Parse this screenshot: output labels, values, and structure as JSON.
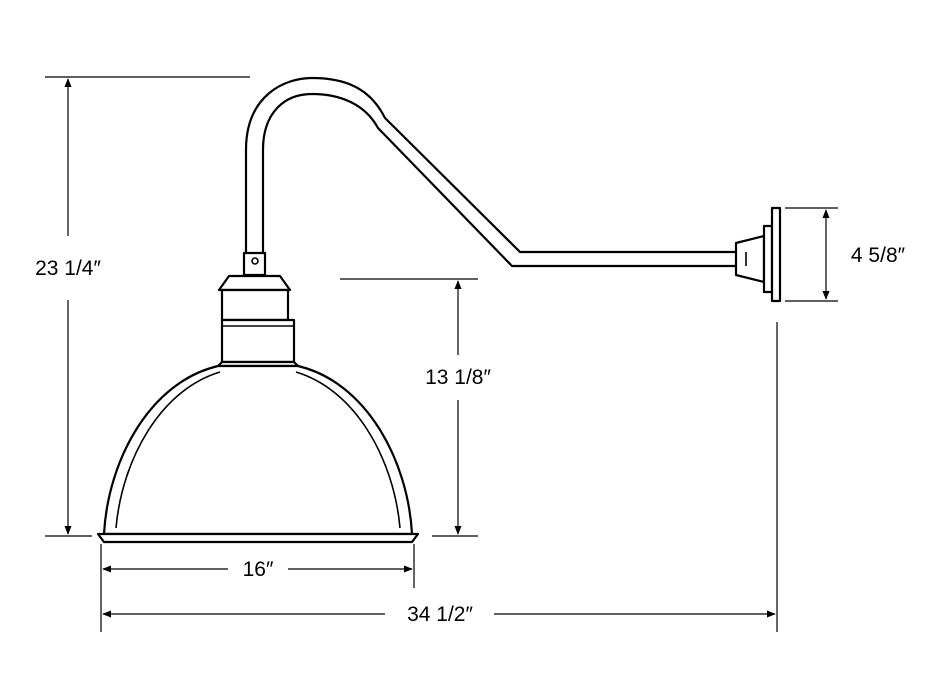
{
  "dimensions": {
    "overall_height": "23 1/4″",
    "shade_height": "13 1/8″",
    "backplate_height": "4 5/8″",
    "shade_width": "16″",
    "overall_width": "34 1/2″"
  }
}
